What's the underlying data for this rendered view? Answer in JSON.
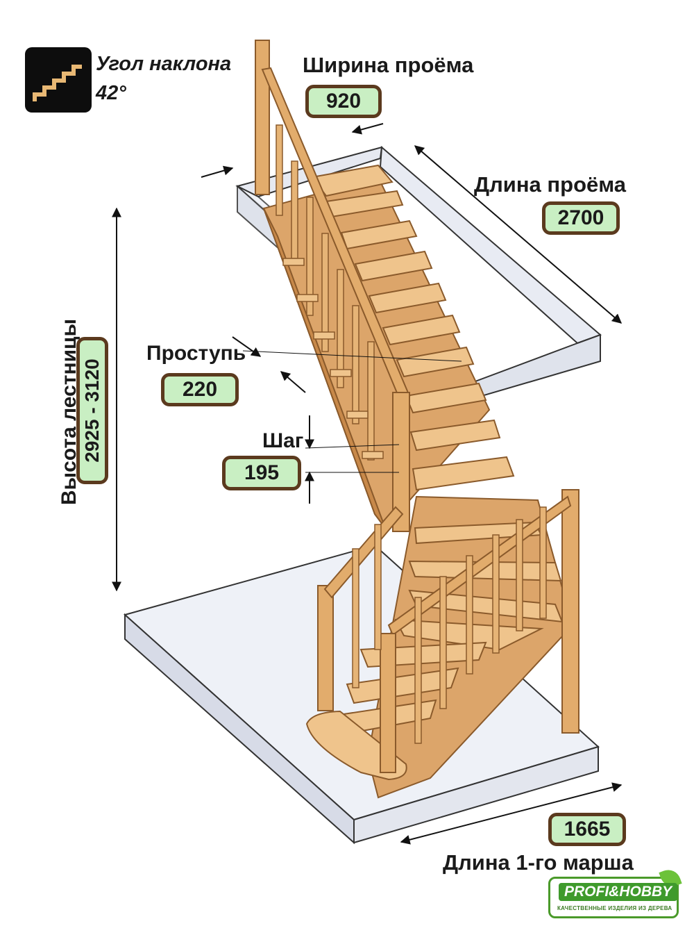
{
  "angle": {
    "label": "Угол наклона",
    "value": "42°"
  },
  "opening_width": {
    "label": "Ширина проёма",
    "value": "920"
  },
  "opening_length": {
    "label": "Длина проёма",
    "value": "2700"
  },
  "tread": {
    "label": "Проступь",
    "value": "220"
  },
  "step": {
    "label": "Шаг",
    "value": "195"
  },
  "stair_height": {
    "label": "Высота лестницы",
    "value": "2925 - 3120"
  },
  "first_flight_length": {
    "label": "Длина 1-го марша",
    "value": "1665"
  },
  "logo": {
    "brand": "PROFI&HOBBY",
    "tagline": "КАЧЕСТВЕННЫЕ ИЗДЕЛИЯ ИЗ ДЕРЕВА"
  },
  "colors": {
    "wood": "#e7b77a",
    "wood_dark": "#c8894a",
    "wood_edge": "#8a5a2b",
    "value_box": "#c9efc3",
    "value_border": "#5b3a1e",
    "slab": "#e8ecf4"
  }
}
